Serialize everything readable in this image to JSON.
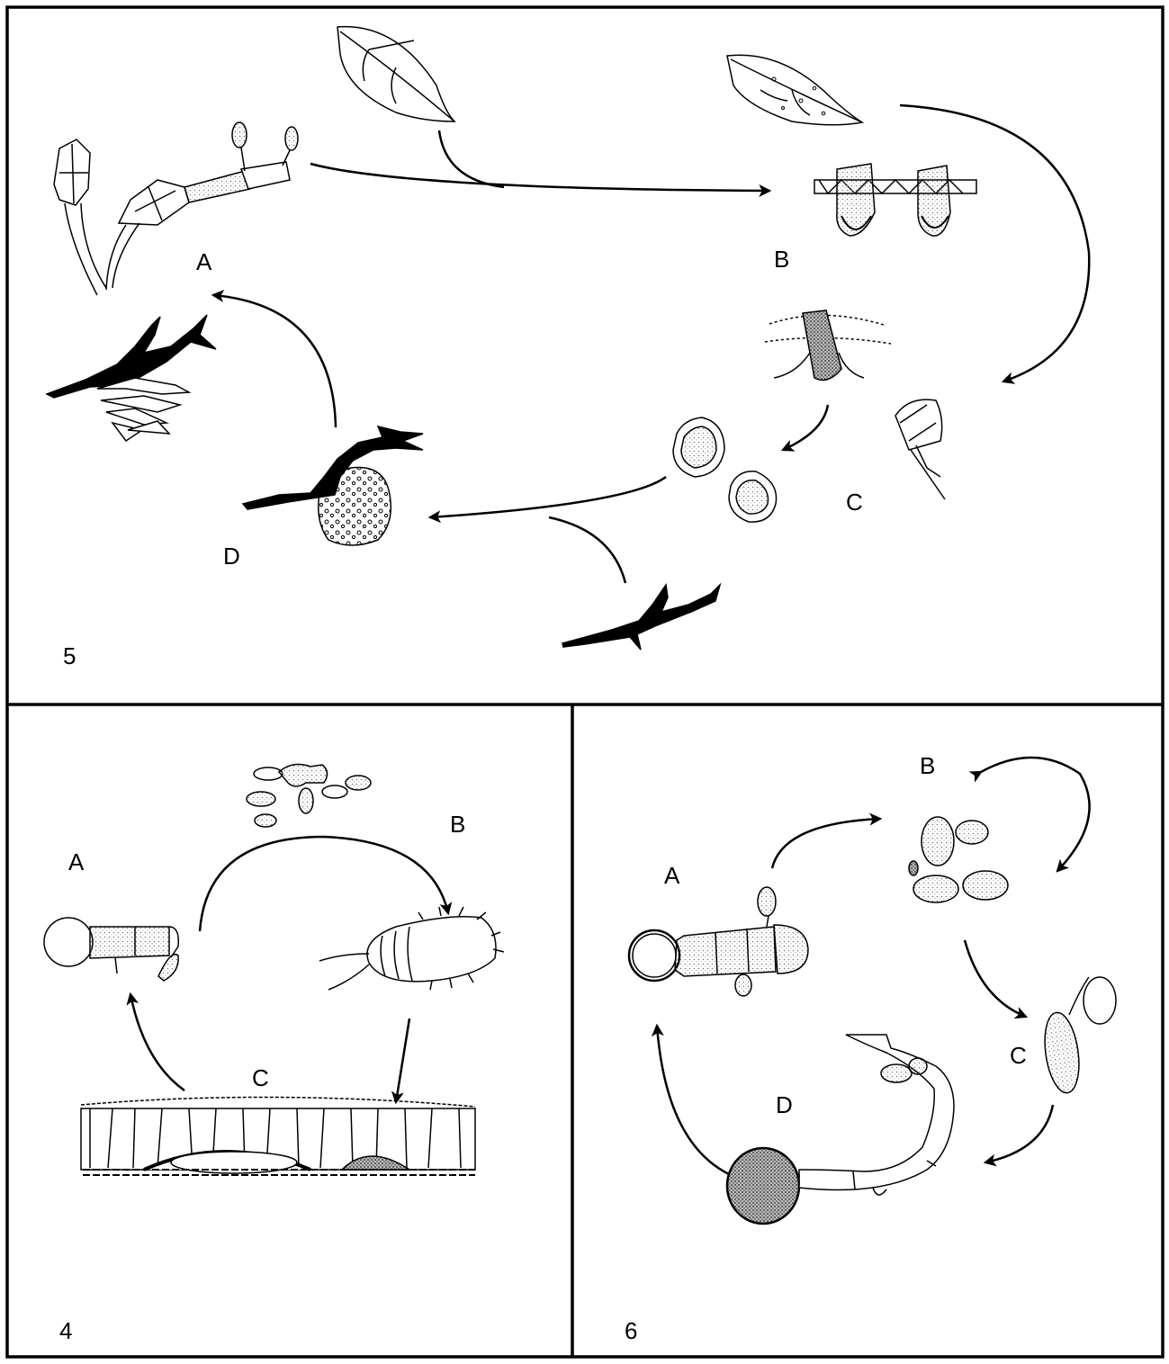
{
  "panels": [
    {
      "number": "5",
      "stages": [
        "A",
        "B",
        "C",
        "D"
      ]
    },
    {
      "number": "4",
      "stages": [
        "A",
        "B",
        "C"
      ]
    },
    {
      "number": "6",
      "stages": [
        "A",
        "B",
        "C",
        "D"
      ]
    }
  ],
  "colors": {
    "line": "#000000",
    "background": "#ffffff",
    "stipple": "#888888"
  }
}
